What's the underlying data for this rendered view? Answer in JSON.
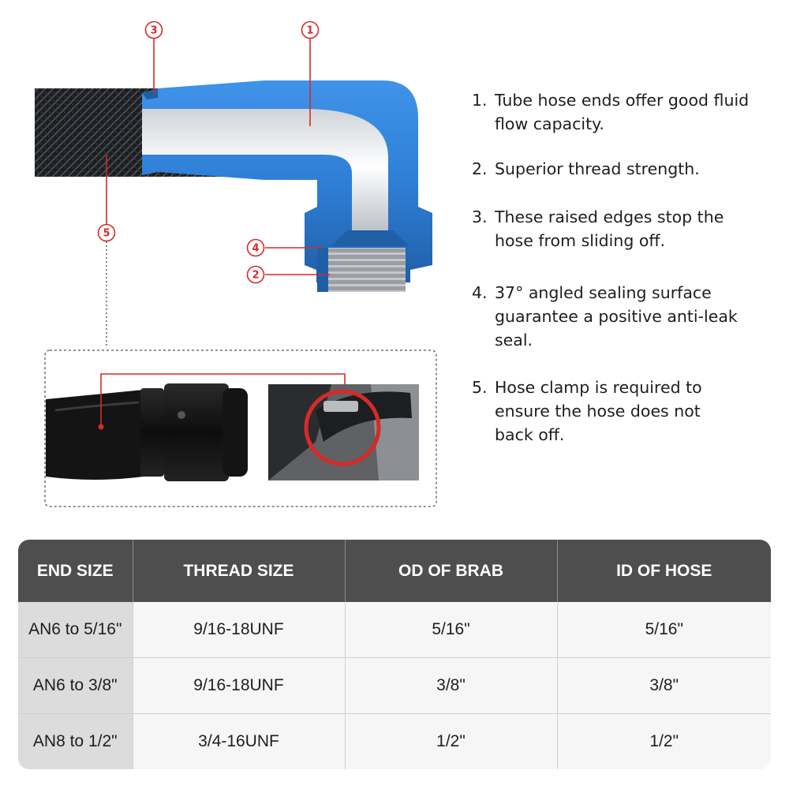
{
  "callouts": [
    "1",
    "2",
    "3",
    "4",
    "5"
  ],
  "features": [
    {
      "num": "1.",
      "line1": "Tube hose ends offer good fluid",
      "line2": "flow capacity.",
      "line3": ""
    },
    {
      "num": "2.",
      "line1": "Superior thread strength.",
      "line2": "",
      "line3": ""
    },
    {
      "num": "3.",
      "line1": "These raised edges stop the",
      "line2": "hose from sliding off.",
      "line3": ""
    },
    {
      "num": "4.",
      "line1": "37° angled sealing surface",
      "line2": "guarantee a positive anti-leak",
      "line3": "seal."
    },
    {
      "num": "5.",
      "line1": "Hose clamp is required to",
      "line2": "ensure the hose does not",
      "line3": "back off."
    }
  ],
  "table": {
    "headers": [
      "END SIZE",
      "THREAD SIZE",
      "OD OF BRAB",
      "ID OF HOSE"
    ],
    "rows": [
      [
        "AN6 to 5/16\"",
        "9/16-18UNF",
        "5/16\"",
        "5/16\""
      ],
      [
        "AN6 to 3/8\"",
        "9/16-18UNF",
        "3/8\"",
        "3/8\""
      ],
      [
        "AN8 to 1/2\"",
        "3/4-16UNF",
        "1/2\"",
        "1/2\""
      ]
    ]
  },
  "colors": {
    "accent_red": "#d62a2a",
    "fitting_blue": "#2f7fd6",
    "header_gray": "#4e4e4e"
  }
}
